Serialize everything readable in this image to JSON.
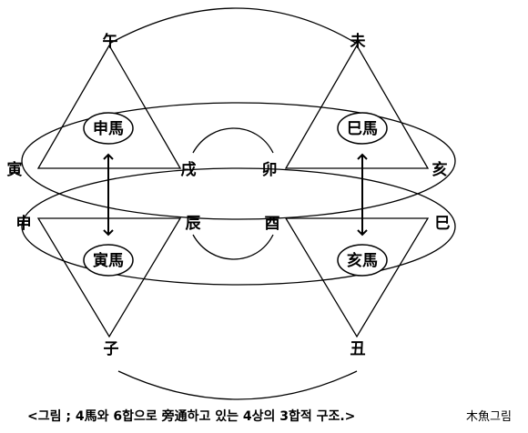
{
  "nodes": {
    "wu": "午",
    "wei": "未",
    "yin": "寅",
    "xu": "戌",
    "mao": "卯",
    "hai": "亥",
    "shen": "申",
    "chen": "辰",
    "you": "酉",
    "si": "巳",
    "zi": "子",
    "chou": "丑"
  },
  "horses": {
    "shen_ma": "申馬",
    "si_ma": "巳馬",
    "yin_ma": "寅馬",
    "hai_ma": "亥馬"
  },
  "caption": {
    "main": "<그림 ; 4馬와 6합으로 旁通하고 있는 4상의 3합적 구조.>",
    "credit": "木魚그림"
  }
}
